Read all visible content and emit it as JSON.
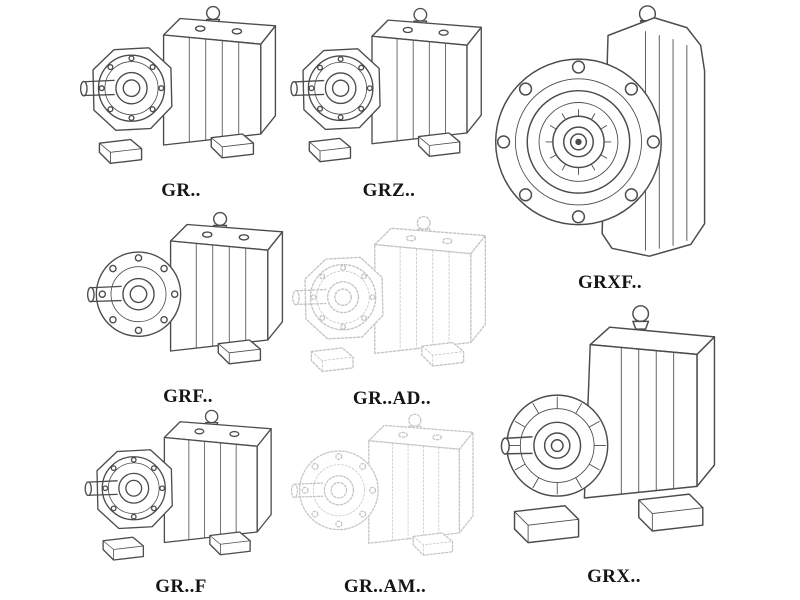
{
  "page": {
    "description": "Catalog sheet of helical gear reducer series, eight isometric technical line drawings with model labels",
    "background": "#ffffff"
  },
  "colors": {
    "line": "#4c4c4c",
    "ghost_line": "#c5c5c5",
    "label_text": "#151515"
  },
  "items": [
    {
      "id": "gr",
      "label": "GR..",
      "style": "solid",
      "view": "isometric foot-mounted gearbox"
    },
    {
      "id": "grz",
      "label": "GRZ..",
      "style": "solid",
      "view": "isometric foot-mounted gearbox"
    },
    {
      "id": "grxf",
      "label": "GRXF..",
      "style": "solid",
      "view": "front flange view with bolt circle"
    },
    {
      "id": "grf",
      "label": "GRF..",
      "style": "solid",
      "view": "isometric flange-mounted gearbox"
    },
    {
      "id": "grad",
      "label": "GR..AD..",
      "style": "ghost",
      "view": "isometric gearbox with input adapter (faded)"
    },
    {
      "id": "grff",
      "label": "GR..F",
      "style": "solid",
      "view": "isometric foot-mounted gearbox"
    },
    {
      "id": "gram",
      "label": "GR..AM..",
      "style": "ghost",
      "view": "isometric gearbox with motor adapter flange (faded)"
    },
    {
      "id": "grx",
      "label": "GRX..",
      "style": "solid",
      "view": "isometric large ribbed gearbox"
    }
  ]
}
